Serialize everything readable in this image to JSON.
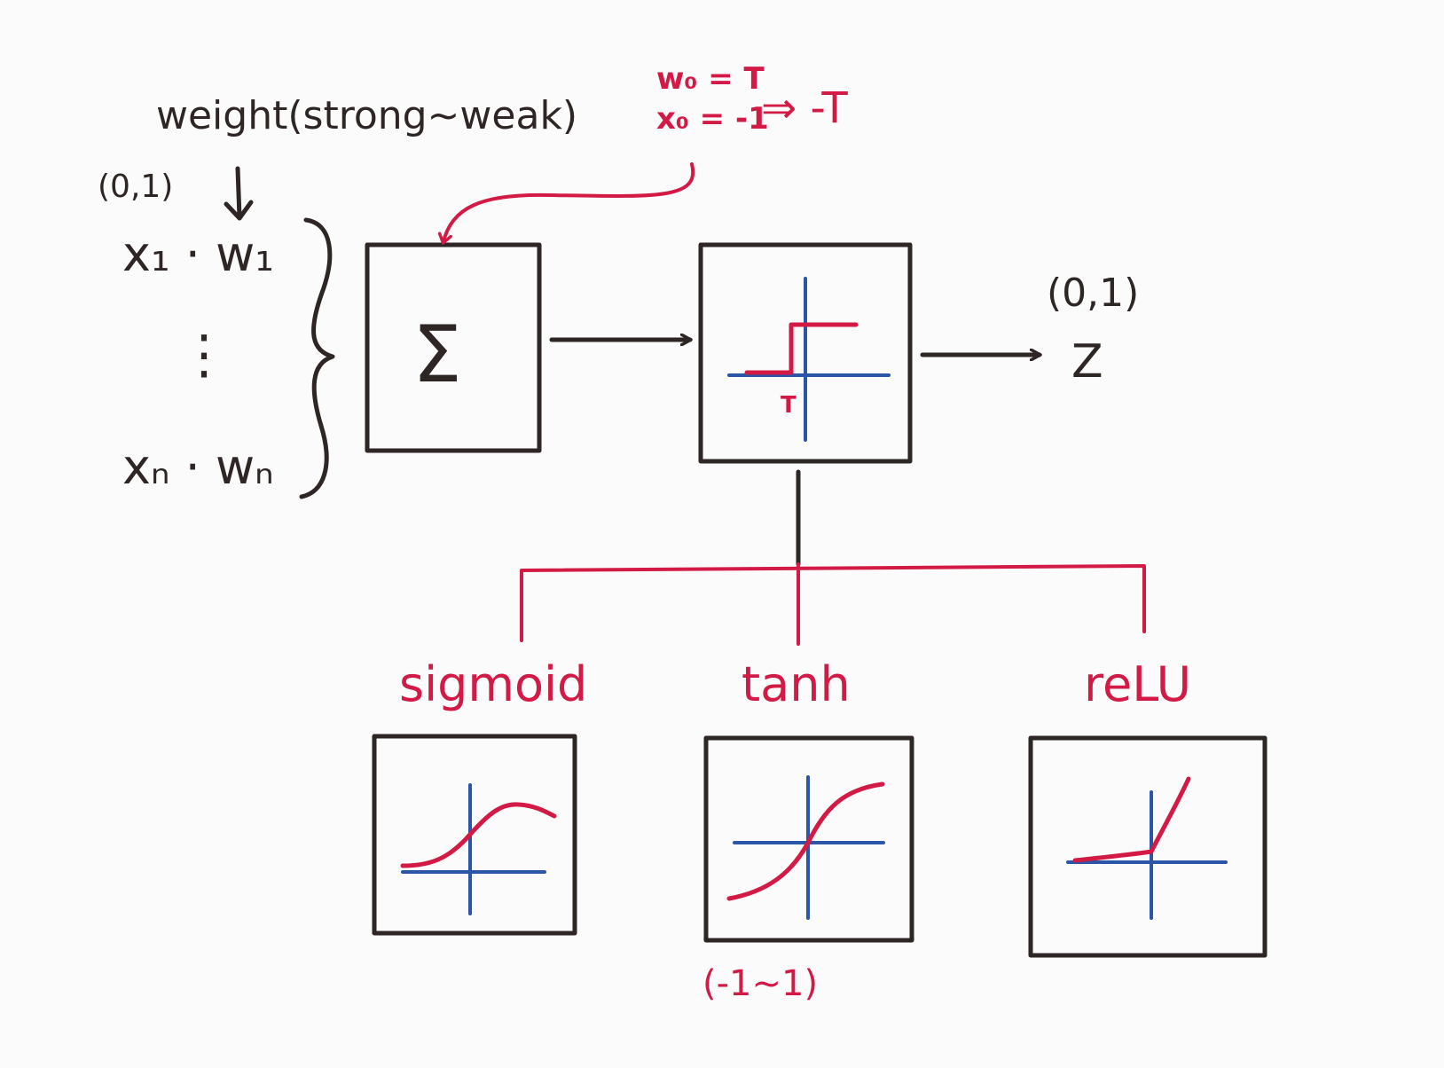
{
  "colors": {
    "ink": "#2e2624",
    "accent": "#d21a45",
    "axis": "#2b55a6"
  },
  "inputs": {
    "weight_note": "weight(strong~weak)",
    "input_range": "(0,1)",
    "first_term": "x₁ · w₁",
    "ellipsis": "⋮",
    "last_term": "xₙ · wₙ"
  },
  "bias": {
    "line1": "w₀ = T",
    "line2": "x₀ = -1",
    "result": "⇒ -T"
  },
  "summation": {
    "symbol": "Σ",
    "icon": "sum-icon"
  },
  "step": {
    "threshold_label": "T",
    "icon": "step-function-icon"
  },
  "output": {
    "range": "(0,1)",
    "symbol": "Z"
  },
  "activations": [
    {
      "label": "sigmoid",
      "icon": "sigmoid-curve-icon",
      "range": ""
    },
    {
      "label": "tanh",
      "icon": "tanh-curve-icon",
      "range": "(-1~1)"
    },
    {
      "label": "reLU",
      "icon": "relu-curve-icon",
      "range": ""
    }
  ]
}
